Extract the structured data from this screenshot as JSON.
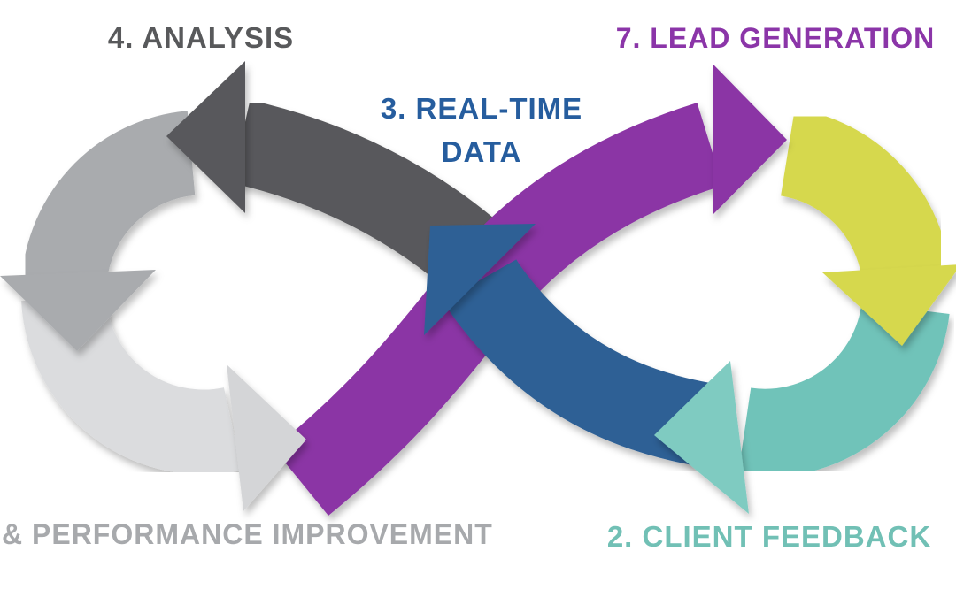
{
  "diagram_type": "infinity-loop-process",
  "labels": {
    "analysis": {
      "text": "4. ANALYSIS",
      "color": "#58595B"
    },
    "real_time": {
      "line1": "3. REAL-TIME",
      "line2": "DATA",
      "color": "#265D9E"
    },
    "lead_generation": {
      "text": "7. LEAD GENERATION",
      "color": "#8B35A8"
    },
    "performance": {
      "text": "& PERFORMANCE IMPROVEMENT",
      "color": "#A7A9AC"
    },
    "client_feedback": {
      "text": "2. CLIENT FEEDBACK",
      "color": "#71C0B5"
    }
  },
  "colors": {
    "dark_gray": "#58595B",
    "medium_gray": "#A9ABAE",
    "light_gray": "#DBDCDE",
    "light_gray_head": "#D4D5D7",
    "purple": "#8B34A5",
    "blue": "#2E6095",
    "yellow": "#D6D84E",
    "teal": "#6FC3B9",
    "teal_head": "#7FCBC1",
    "background": "#FFFFFF"
  }
}
